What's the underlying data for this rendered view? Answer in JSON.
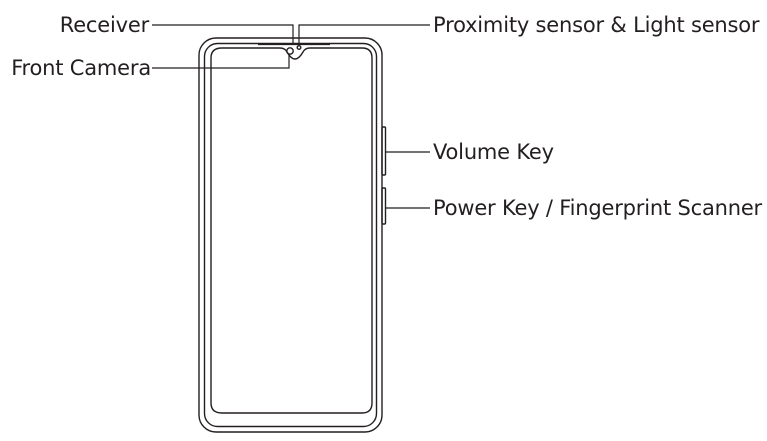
{
  "callouts": {
    "receiver": "Receiver",
    "front_camera": "Front Camera",
    "proximity_light_sensor": "Proximity sensor & Light sensor",
    "volume_key": "Volume Key",
    "power_fingerprint": "Power Key / Fingerprint Scanner"
  },
  "colors": {
    "line": "#231f20",
    "text": "#231f20",
    "background": "#ffffff"
  }
}
